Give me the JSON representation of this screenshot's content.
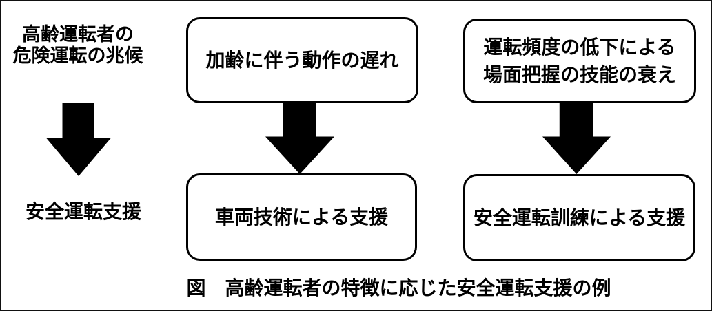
{
  "diagram": {
    "columns": [
      {
        "top_lines": [
          "高齢運転者の",
          "危険運転の兆候"
        ],
        "bottom": "安全運転支援",
        "boxed": false
      },
      {
        "top_lines": [
          "加齢に伴う動作の遅れ"
        ],
        "bottom": "車両技術による支援",
        "boxed": true
      },
      {
        "top_lines": [
          "運転頻度の低下による",
          "場面把握の技能の衰え"
        ],
        "bottom": "安全運転訓練による支援",
        "boxed": true
      }
    ],
    "caption": "図　高齢運転者の特徴に応じた安全運転支援の例",
    "colors": {
      "ink": "#000000",
      "background": "#ffffff"
    }
  }
}
